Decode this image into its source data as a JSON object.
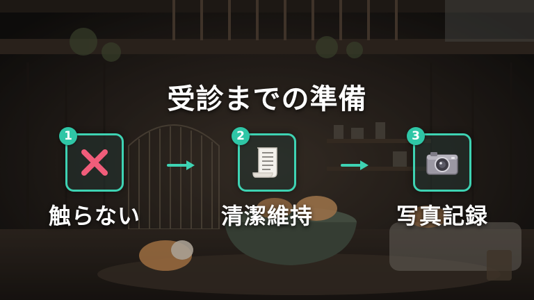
{
  "title": "受診までの準備",
  "steps": [
    {
      "number": "1",
      "label": "触らない",
      "icon": "cross-mark-icon"
    },
    {
      "number": "2",
      "label": "清潔維持",
      "icon": "receipt-icon"
    },
    {
      "number": "3",
      "label": "写真記録",
      "icon": "camera-icon"
    }
  ],
  "colors": {
    "accent": "#3ed3b3",
    "badge": "#2fc6a6",
    "cross": "#f05d7a",
    "text": "#ffffff"
  }
}
